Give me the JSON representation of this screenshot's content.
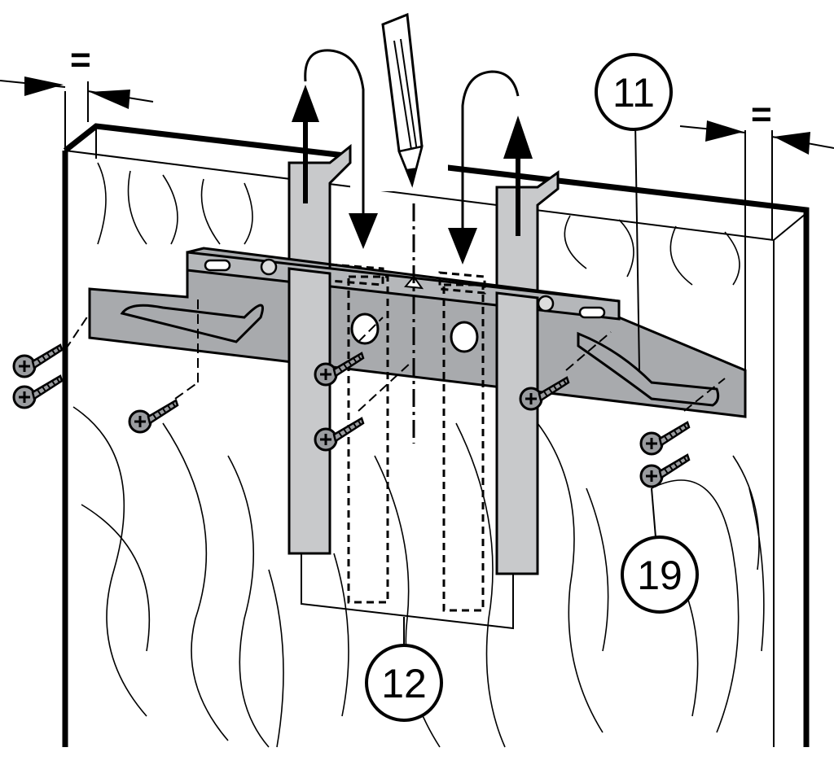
{
  "callouts": {
    "bracket": "11",
    "guides": "12",
    "screws": "19"
  },
  "equal_marks": {
    "left": "=",
    "right": "="
  },
  "colors": {
    "metal": "#a8aaad",
    "metal_dark": "#8d8f92",
    "guide": "#c8c9cb",
    "ink": "#000000",
    "paper": "#ffffff"
  }
}
